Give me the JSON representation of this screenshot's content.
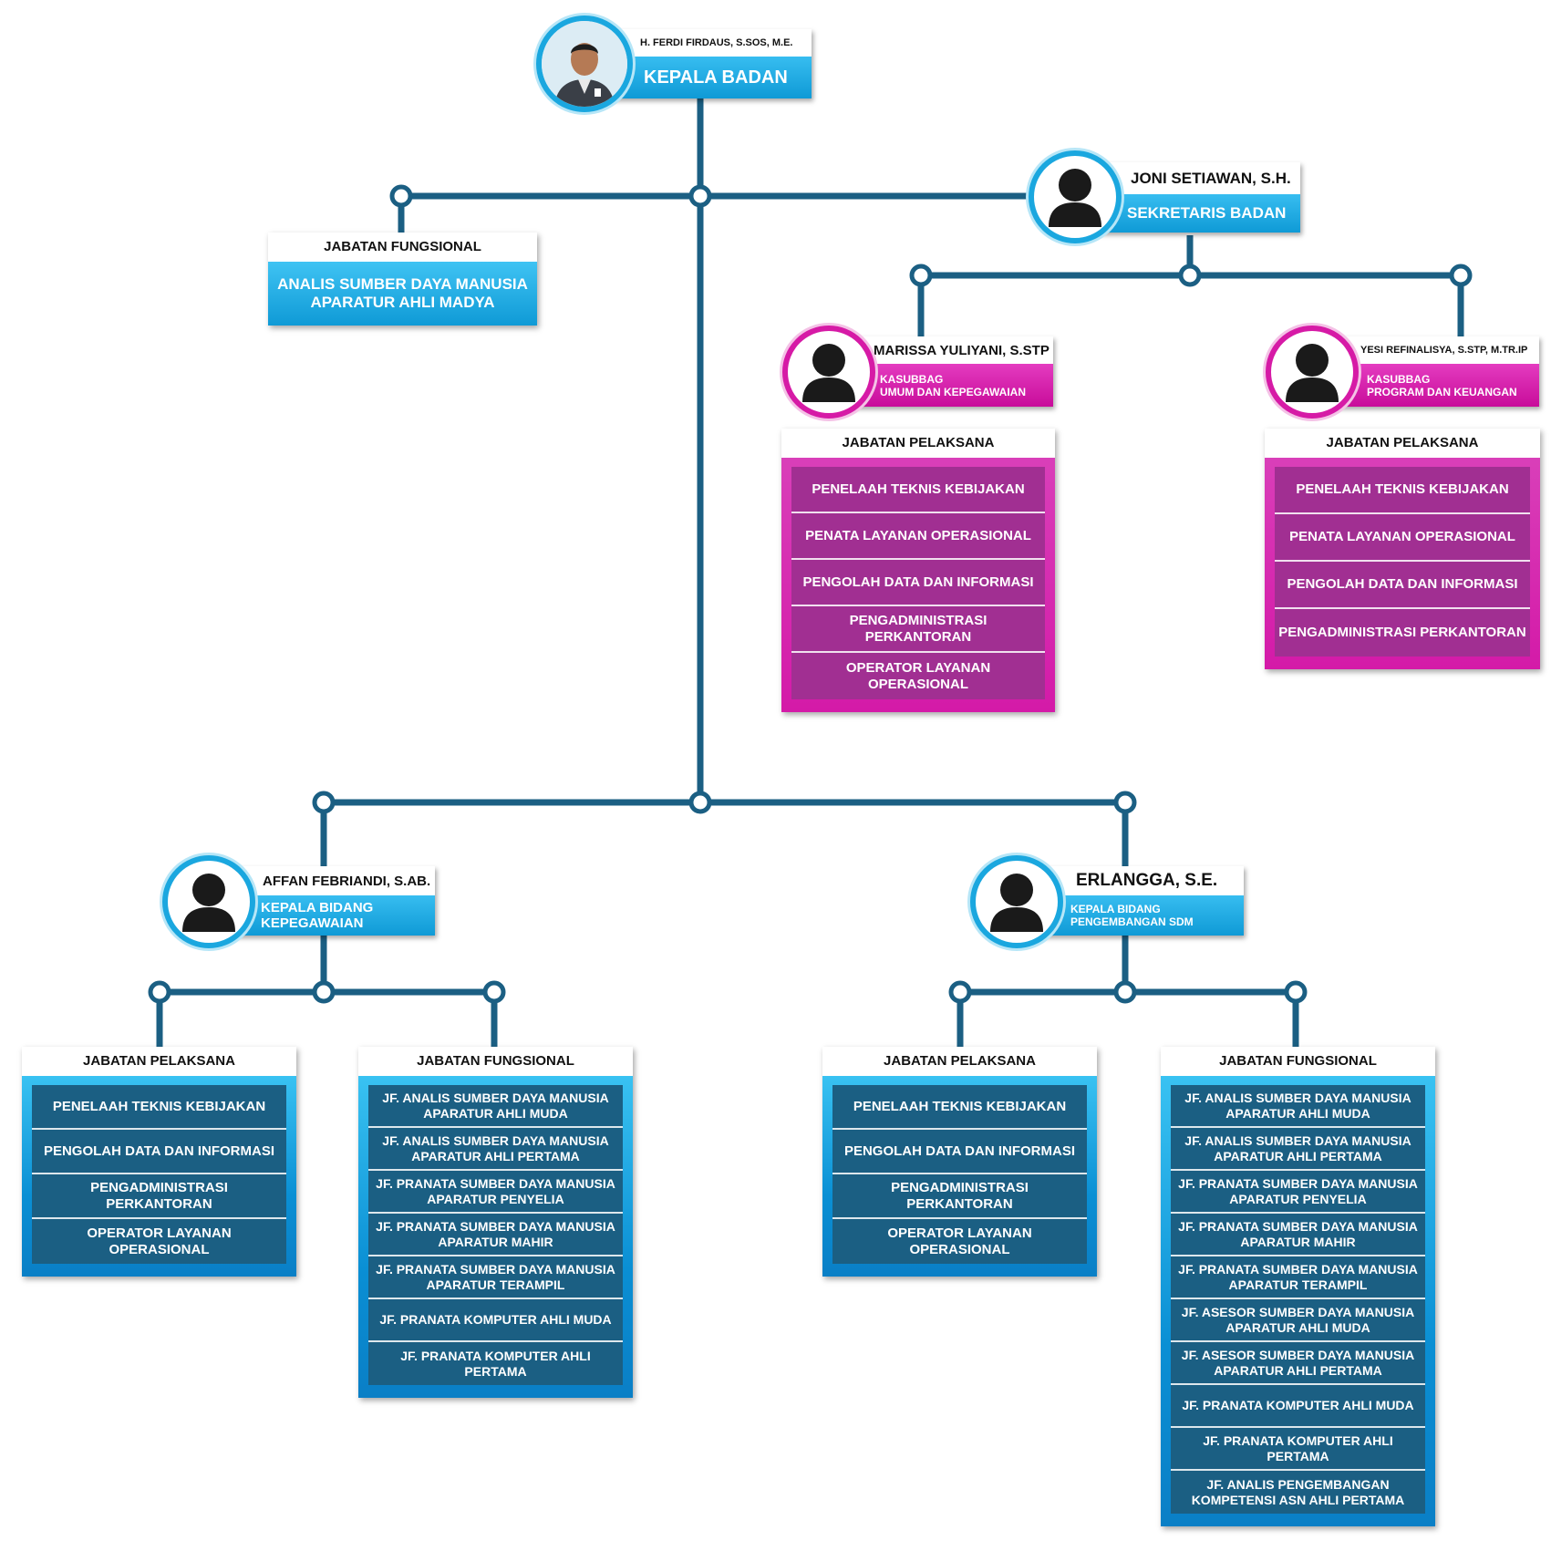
{
  "head": {
    "name": "H. FERDI FIRDAUS, S.SOS, M.E.",
    "title": "KEPALA BADAN"
  },
  "top_fungsional": {
    "header": "JABATAN FUNGSIONAL",
    "line1": "ANALIS SUMBER DAYA MANUSIA",
    "line2": "APARATUR AHLI MADYA"
  },
  "sekretaris": {
    "name": "JONI SETIAWAN, S.H.",
    "title": "SEKRETARIS BADAN"
  },
  "kasubbag_umum": {
    "name": "MARISSA YULIYANI, S.STP",
    "title_line1": "KASUBBAG",
    "title_line2": "UMUM DAN KEPEGAWAIAN",
    "box_header": "JABATAN PELAKSANA",
    "items": [
      "PENELAAH TEKNIS KEBIJAKAN",
      "PENATA LAYANAN OPERASIONAL",
      "PENGOLAH DATA DAN INFORMASI",
      "PENGADMINISTRASI PERKANTORAN",
      "OPERATOR LAYANAN OPERASIONAL"
    ]
  },
  "kasubbag_program": {
    "name": "YESI REFINALISYA, S.STP, M.TR.IP",
    "title_line1": "KASUBBAG",
    "title_line2": "PROGRAM DAN KEUANGAN",
    "box_header": "JABATAN PELAKSANA",
    "items": [
      "PENELAAH TEKNIS KEBIJAKAN",
      "PENATA LAYANAN OPERASIONAL",
      "PENGOLAH DATA DAN INFORMASI",
      "PENGADMINISTRASI PERKANTORAN"
    ]
  },
  "kabid_kepegawaian": {
    "name": "AFFAN FEBRIANDI, S.AB.",
    "title_line1": "KEPALA BIDANG",
    "title_line2": "KEPEGAWAIAN",
    "pelaksana_header": "JABATAN PELAKSANA",
    "pelaksana_items": [
      "PENELAAH TEKNIS KEBIJAKAN",
      "PENGOLAH DATA DAN INFORMASI",
      "PENGADMINISTRASI PERKANTORAN",
      "OPERATOR LAYANAN OPERASIONAL"
    ],
    "fungsional_header": "JABATAN FUNGSIONAL",
    "fungsional_items": [
      "JF. ANALIS SUMBER DAYA MANUSIA APARATUR AHLI MUDA",
      "JF. ANALIS SUMBER DAYA MANUSIA APARATUR  AHLI PERTAMA",
      "JF. PRANATA SUMBER DAYA MANUSIA APARATUR PENYELIA",
      "JF. PRANATA SUMBER DAYA MANUSIA APARATUR MAHIR",
      "JF. PRANATA SUMBER DAYA MANUSIA APARATUR TERAMPIL",
      "JF. PRANATA KOMPUTER AHLI MUDA",
      "JF. PRANATA KOMPUTER AHLI PERTAMA"
    ]
  },
  "kabid_pengembangan": {
    "name": "ERLANGGA, S.E.",
    "title_line1": "KEPALA BIDANG",
    "title_line2": "PENGEMBANGAN SDM",
    "pelaksana_header": "JABATAN PELAKSANA",
    "pelaksana_items": [
      "PENELAAH TEKNIS KEBIJAKAN",
      "PENGOLAH DATA DAN INFORMASI",
      "PENGADMINISTRASI PERKANTORAN",
      "OPERATOR LAYANAN OPERASIONAL"
    ],
    "fungsional_header": "JABATAN FUNGSIONAL",
    "fungsional_items": [
      "JF. ANALIS SUMBER DAYA MANUSIA APARATUR AHLI MUDA",
      "JF. ANALIS SUMBER DAYA MANUSIA APARATUR AHLI PERTAMA",
      "JF. PRANATA SUMBER DAYA MANUSIA APARATUR PENYELIA",
      "JF. PRANATA SUMBER DAYA MANUSIA APARATUR MAHIR",
      "JF. PRANATA SUMBER DAYA MANUSIA APARATUR TERAMPIL",
      "JF. ASESOR SUMBER DAYA MANUSIA APARATUR AHLI MUDA",
      "JF. ASESOR SUMBER DAYA MANUSIA APARATUR AHLI PERTAMA",
      "JF. PRANATA KOMPUTER AHLI MUDA",
      "JF. PRANATA KOMPUTER AHLI PERTAMA",
      "JF. ANALIS PENGEMBANGAN KOMPETENSI ASN AHLI PERTAMA"
    ]
  },
  "colors": {
    "connector": "#1b5f83",
    "blue_accent": "#1aa7df",
    "pink_accent": "#d61aa6",
    "blue_item": "#1b5f83",
    "pink_item": "#a12f92"
  },
  "icons": {
    "head_avatar": "person-photo",
    "generic_avatar": "person-silhouette-icon"
  }
}
